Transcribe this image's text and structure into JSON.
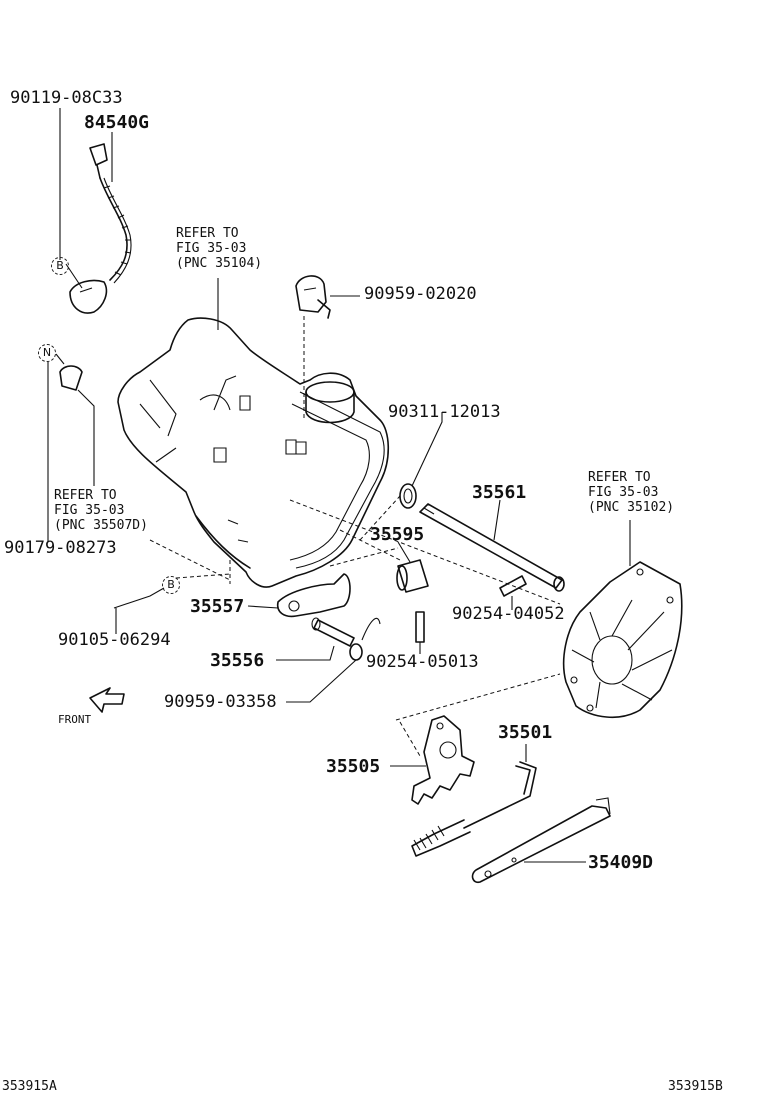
{
  "labels": {
    "p90119": "90119-08C33",
    "p84540": "84540G",
    "ref1": [
      "REFER TO",
      "FIG 35-03",
      "(PNC 35104)"
    ],
    "p90959a": "90959-02020",
    "p90311": "90311-12013",
    "p35561": "35561",
    "ref2": [
      "REFER TO",
      "FIG 35-03",
      "(PNC 35102)"
    ],
    "ref3": [
      "REFER TO",
      "FIG  35-03",
      "(PNC 35507D)"
    ],
    "p90179": "90179-08273",
    "p35595": "35595",
    "p35557": "35557",
    "p90105": "90105-06294",
    "p90254a": "90254-04052",
    "p35556": "35556",
    "p90254b": "90254-05013",
    "p90959b": "90959-03358",
    "front": "FRONT",
    "p35501": "35501",
    "p35505": "35505",
    "p35409": "35409D",
    "code_left": "353915A",
    "code_right": "353915B",
    "marker_b1": "B",
    "marker_n": "N",
    "marker_b2": "B"
  }
}
